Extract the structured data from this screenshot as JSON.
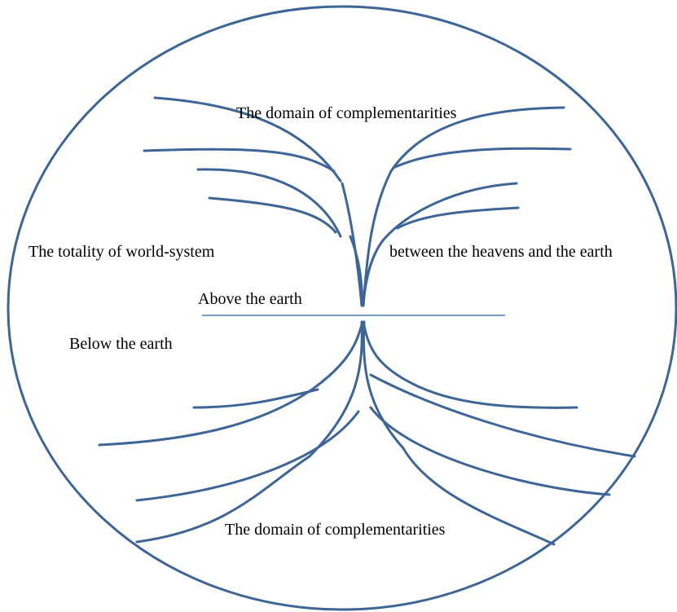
{
  "diagram": {
    "labels": {
      "top_domain": "The domain of complementarities",
      "totality": "The totality of world-system",
      "between": "between the heavens and the earth",
      "above": "Above the earth",
      "below": "Below the earth",
      "bottom_domain": "The domain of complementarities"
    },
    "colors": {
      "stroke": "#3d6596",
      "divider": "#4a7bb0",
      "text": "#000000",
      "background": "#ffffff"
    }
  }
}
